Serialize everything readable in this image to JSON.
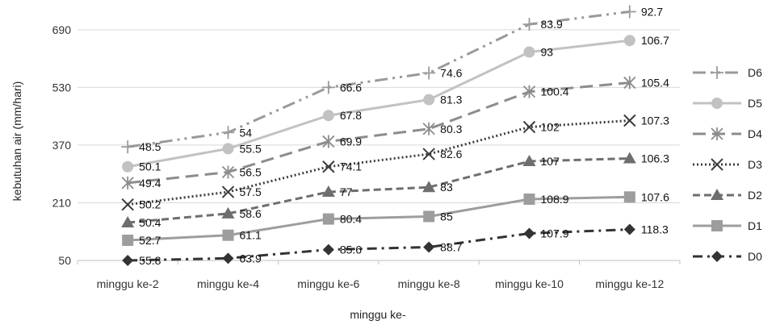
{
  "chart_data": {
    "type": "line",
    "title": "",
    "xlabel": "minggu ke-",
    "ylabel": "kebutuhan air (mm/hari)",
    "categories": [
      "minggu ke-2",
      "minggu ke-4",
      "minggu ke-6",
      "minggu ke-8",
      "minggu ke-10",
      "minggu ke-12"
    ],
    "yticks": [
      "50",
      "210",
      "370",
      "530",
      "690"
    ],
    "ylim": [
      50,
      750
    ],
    "grid": "horizontal",
    "legend_position": "right",
    "series": [
      {
        "name": "D6",
        "marker": "plus",
        "dash": "dashdotdot",
        "color": "#9a9a9a",
        "values": [
          365,
          405,
          530,
          570,
          705,
          740
        ],
        "labels": [
          "48.5",
          "54",
          "66.6",
          "74.6",
          "83.9",
          "92.7"
        ]
      },
      {
        "name": "D5",
        "marker": "circle",
        "dash": "solid",
        "color": "#c2c2c2",
        "values": [
          310,
          360,
          452,
          496,
          628,
          660
        ],
        "labels": [
          "50.1",
          "55.5",
          "67.8",
          "81.3",
          "93",
          "106.7"
        ]
      },
      {
        "name": "D4",
        "marker": "asterisk",
        "dash": "longdash",
        "color": "#8c8c8c",
        "values": [
          265,
          295,
          380,
          415,
          518,
          543
        ],
        "labels": [
          "49.4",
          "56.5",
          "69.9",
          "80.3",
          "100.4",
          "105.4"
        ]
      },
      {
        "name": "D3",
        "marker": "x",
        "dash": "dot",
        "color": "#3c3c3c",
        "values": [
          205,
          240,
          310,
          345,
          420,
          438
        ],
        "labels": [
          "50.2",
          "57.5",
          "74.1",
          "82.6",
          "102",
          "107.3"
        ]
      },
      {
        "name": "D2",
        "marker": "triangle",
        "dash": "dash",
        "color": "#6e6e6e",
        "values": [
          155,
          180,
          240,
          253,
          325,
          333
        ],
        "labels": [
          "50.4",
          "58.6",
          "77",
          "83",
          "107",
          "106.3"
        ]
      },
      {
        "name": "D1",
        "marker": "square",
        "dash": "solid",
        "color": "#9d9d9d",
        "values": [
          106,
          120,
          165,
          172,
          220,
          226
        ],
        "labels": [
          "52.7",
          "61.1",
          "80.4",
          "85",
          "108.9",
          "107.6"
        ]
      },
      {
        "name": "D0",
        "marker": "diamond",
        "dash": "dashdot",
        "color": "#333333",
        "values": [
          50,
          56,
          80,
          87,
          125,
          136
        ],
        "labels": [
          "55.8",
          "63.9",
          "85.6",
          "88.7",
          "107.9",
          "118.3"
        ]
      }
    ]
  }
}
